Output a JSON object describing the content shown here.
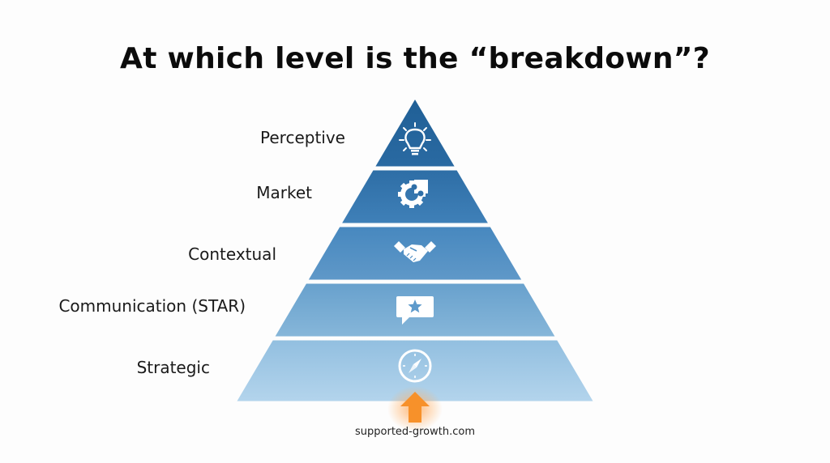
{
  "title": "At which level is the “breakdown”?",
  "levels": [
    {
      "label": "Perceptive",
      "icon": "lightbulb-icon",
      "color_top": "#1f5f96",
      "color_bottom": "#2a6aa2"
    },
    {
      "label": "Market",
      "icon": "gear-puzzle-icon",
      "color_top": "#2e6ea6",
      "color_bottom": "#3f80b8"
    },
    {
      "label": "Contextual",
      "icon": "handshake-icon",
      "color_top": "#4788bf",
      "color_bottom": "#5f98c8"
    },
    {
      "label": "Communication (STAR)",
      "icon": "chat-star-icon",
      "color_top": "#68a1cd",
      "color_bottom": "#86b6d9"
    },
    {
      "label": "Strategic",
      "icon": "compass-icon",
      "color_top": "#92bfe0",
      "color_bottom": "#b3d4ec"
    }
  ],
  "highlight": {
    "arrow_color": "#f7912a",
    "points_to": "Strategic"
  },
  "footer": "supported-growth.com"
}
